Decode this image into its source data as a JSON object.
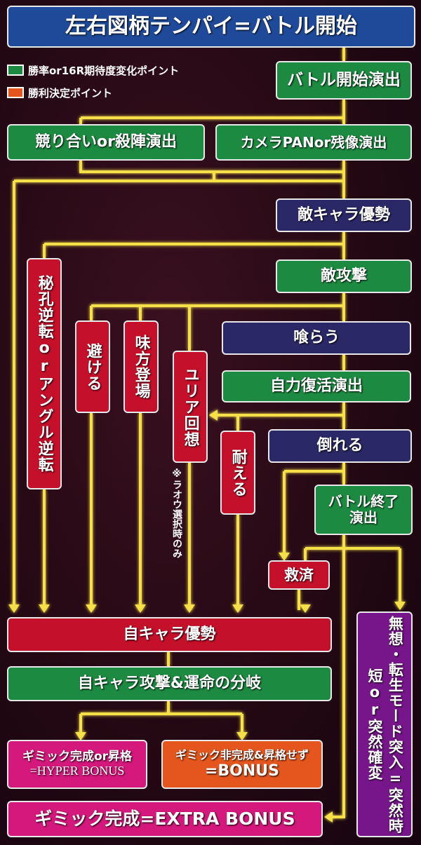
{
  "title": "左右図柄テンパイ=バトル開始",
  "legend": [
    {
      "label": "勝率or16R期待度変化ポイント",
      "color": "#1c8a40"
    },
    {
      "label": "勝利決定ポイント",
      "color": "#e5561e"
    }
  ],
  "nodes": {
    "battle_start": "バトル開始演出",
    "seriai": "競り合いor殺陣演出",
    "camera": "カメラPANor残像演出",
    "enemy_adv": "敵キャラ優勢",
    "enemy_attack": "敵攻撃",
    "kurau": "喰らう",
    "revive": "自力復活演出",
    "taoreru": "倒れる",
    "battle_end": "バトル終了演出",
    "kyusai": "救済",
    "hiko": "秘孔逆転orアングル逆転",
    "sakeru": "避ける",
    "mikata": "味方登場",
    "yuria": "ユリア回想",
    "taeru": "耐える",
    "raoh_note": "※ラオウ選択時のみ",
    "self_adv": "自キャラ優勢",
    "self_attack": "自キャラ攻撃&運命の分岐",
    "hyper_l1": "ギミック完成or昇格",
    "hyper_l2": "=HYPER BONUS",
    "bonus_l1": "ギミック非完成&昇格せず",
    "bonus_l2": "=BONUS",
    "extra": "ギミック完成=EXTRA BONUS",
    "muso": "無想・転生モード突入=突然時短or突然確変"
  },
  "colors": {
    "line": "#f5e04a",
    "green": "#1c8a40",
    "navy": "#2a2866",
    "red": "#c4102a",
    "pink": "#d4187c",
    "orange": "#e5561e",
    "purple": "#76168a",
    "title": "#1f4a9a"
  }
}
